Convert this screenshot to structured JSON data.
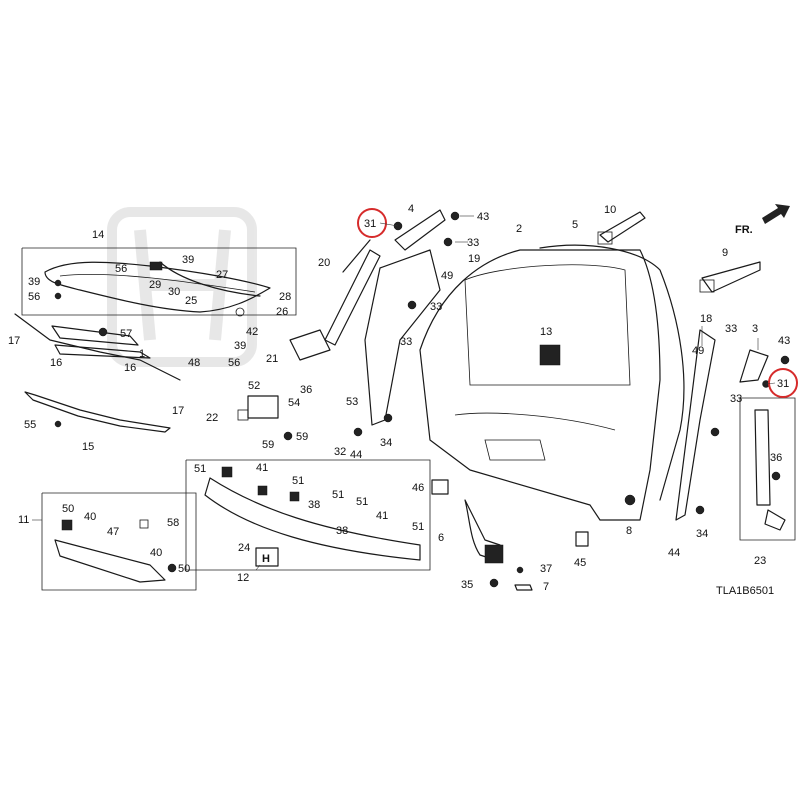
{
  "diagram_code": "TLA1B6501",
  "front_indicator": "FR.",
  "labels": [
    {
      "id": "l1",
      "text": "1"
    },
    {
      "id": "l2",
      "text": "2"
    },
    {
      "id": "l3",
      "text": "3"
    },
    {
      "id": "l4",
      "text": "4"
    },
    {
      "id": "l5",
      "text": "5"
    },
    {
      "id": "l6",
      "text": "6"
    },
    {
      "id": "l7",
      "text": "7"
    },
    {
      "id": "l8",
      "text": "8"
    },
    {
      "id": "l9",
      "text": "9"
    },
    {
      "id": "l10",
      "text": "10"
    },
    {
      "id": "l11",
      "text": "11"
    },
    {
      "id": "l12",
      "text": "12"
    },
    {
      "id": "l13",
      "text": "13"
    },
    {
      "id": "l14",
      "text": "14"
    },
    {
      "id": "l15",
      "text": "15"
    },
    {
      "id": "l16a",
      "text": "16"
    },
    {
      "id": "l16b",
      "text": "16"
    },
    {
      "id": "l17a",
      "text": "17"
    },
    {
      "id": "l17b",
      "text": "17"
    },
    {
      "id": "l18",
      "text": "18"
    },
    {
      "id": "l19",
      "text": "19"
    },
    {
      "id": "l20",
      "text": "20"
    },
    {
      "id": "l21",
      "text": "21"
    },
    {
      "id": "l22",
      "text": "22"
    },
    {
      "id": "l23",
      "text": "23"
    },
    {
      "id": "l24",
      "text": "24"
    },
    {
      "id": "l25",
      "text": "25"
    },
    {
      "id": "l26",
      "text": "26"
    },
    {
      "id": "l27",
      "text": "27"
    },
    {
      "id": "l28",
      "text": "28"
    },
    {
      "id": "l29",
      "text": "29"
    },
    {
      "id": "l30",
      "text": "30"
    },
    {
      "id": "l31a",
      "text": "31"
    },
    {
      "id": "l31b",
      "text": "31"
    },
    {
      "id": "l32",
      "text": "32"
    },
    {
      "id": "l33a",
      "text": "33"
    },
    {
      "id": "l33b",
      "text": "33"
    },
    {
      "id": "l33c",
      "text": "33"
    },
    {
      "id": "l33d",
      "text": "33"
    },
    {
      "id": "l33e",
      "text": "33"
    },
    {
      "id": "l34a",
      "text": "34"
    },
    {
      "id": "l34b",
      "text": "34"
    },
    {
      "id": "l35",
      "text": "35"
    },
    {
      "id": "l36a",
      "text": "36"
    },
    {
      "id": "l36b",
      "text": "36"
    },
    {
      "id": "l37",
      "text": "37"
    },
    {
      "id": "l38a",
      "text": "38"
    },
    {
      "id": "l38b",
      "text": "38"
    },
    {
      "id": "l39a",
      "text": "39"
    },
    {
      "id": "l39b",
      "text": "39"
    },
    {
      "id": "l39c",
      "text": "39"
    },
    {
      "id": "l40a",
      "text": "40"
    },
    {
      "id": "l40b",
      "text": "40"
    },
    {
      "id": "l41a",
      "text": "41"
    },
    {
      "id": "l41b",
      "text": "41"
    },
    {
      "id": "l42",
      "text": "42"
    },
    {
      "id": "l43a",
      "text": "43"
    },
    {
      "id": "l43b",
      "text": "43"
    },
    {
      "id": "l44a",
      "text": "44"
    },
    {
      "id": "l44b",
      "text": "44"
    },
    {
      "id": "l45",
      "text": "45"
    },
    {
      "id": "l46",
      "text": "46"
    },
    {
      "id": "l47",
      "text": "47"
    },
    {
      "id": "l48",
      "text": "48"
    },
    {
      "id": "l49a",
      "text": "49"
    },
    {
      "id": "l49b",
      "text": "49"
    },
    {
      "id": "l50a",
      "text": "50"
    },
    {
      "id": "l50b",
      "text": "50"
    },
    {
      "id": "l51a",
      "text": "51"
    },
    {
      "id": "l51b",
      "text": "51"
    },
    {
      "id": "l51c",
      "text": "51"
    },
    {
      "id": "l51d",
      "text": "51"
    },
    {
      "id": "l51e",
      "text": "51"
    },
    {
      "id": "l52",
      "text": "52"
    },
    {
      "id": "l53",
      "text": "53"
    },
    {
      "id": "l54",
      "text": "54"
    },
    {
      "id": "l55",
      "text": "55"
    },
    {
      "id": "l56a",
      "text": "56"
    },
    {
      "id": "l56b",
      "text": "56"
    },
    {
      "id": "l56c",
      "text": "56"
    },
    {
      "id": "l57",
      "text": "57"
    },
    {
      "id": "l58",
      "text": "58"
    },
    {
      "id": "l59a",
      "text": "59"
    },
    {
      "id": "l59b",
      "text": "59"
    }
  ],
  "highlighted_labels": [
    "l31a",
    "l31b"
  ],
  "highlight_color": "#d62b2b",
  "line_color": "#1a1a1a"
}
